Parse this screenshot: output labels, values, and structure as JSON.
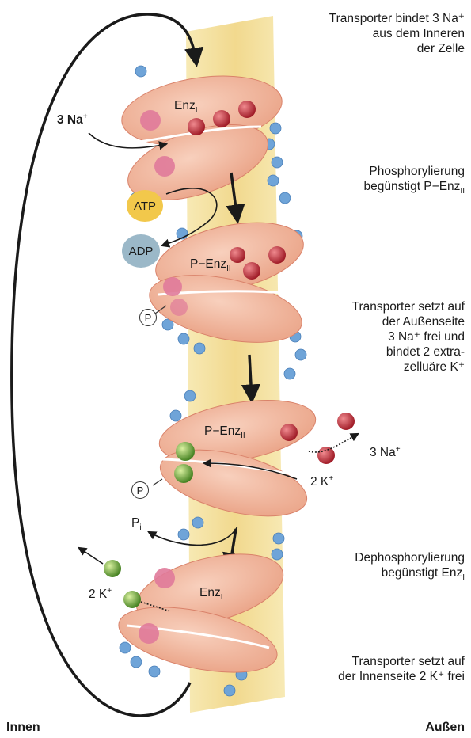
{
  "captions": {
    "step1": [
      "Transporter bindet 3 Na⁺",
      "aus dem Inneren",
      "der Zelle"
    ],
    "step2": [
      "Phosphorylierung",
      "begünstigt P−Enz_II"
    ],
    "step3": [
      "Transporter setzt auf",
      "der Außenseite",
      "3 Na⁺ frei und",
      "bindet 2 extra-",
      "zelluäre K⁺"
    ],
    "step4": [
      "Dephosphorylierung",
      "begünstigt Enz_I"
    ],
    "step5": [
      "Transporter setzt auf",
      "der Innenseite 2 K⁺ frei"
    ]
  },
  "labels": {
    "na_in": "3 Na",
    "na_in_sup": "+",
    "enz1_top": "Enz",
    "enz1_top_sub": "I",
    "atp": "ATP",
    "adp": "ADP",
    "penz2_a_prefix": "P−Enz",
    "penz2_a_sub": "II",
    "p_a": "P",
    "penz2_b_prefix": "P−Enz",
    "penz2_b_sub": "II",
    "na_out": "3 Na",
    "na_out_sup": "+",
    "k_out": "2 K",
    "k_out_sup": "+",
    "p_b": "P",
    "pi": "P",
    "pi_sub": "i",
    "k_in": "2 K",
    "k_in_sup": "+",
    "enz1_bottom": "Enz",
    "enz1_bottom_sub": "I"
  },
  "corners": {
    "left": "Innen",
    "right": "Außen"
  },
  "colors": {
    "protein": "#f2b49a",
    "protein_edge": "#d9826a",
    "na_ion": "#b3202e",
    "k_ion": "#6aa832",
    "atp": "#f2c84b",
    "adp": "#9bb8c8",
    "membrane_head": "#6fa4d8",
    "membrane_tail": "#f3dc8a"
  }
}
